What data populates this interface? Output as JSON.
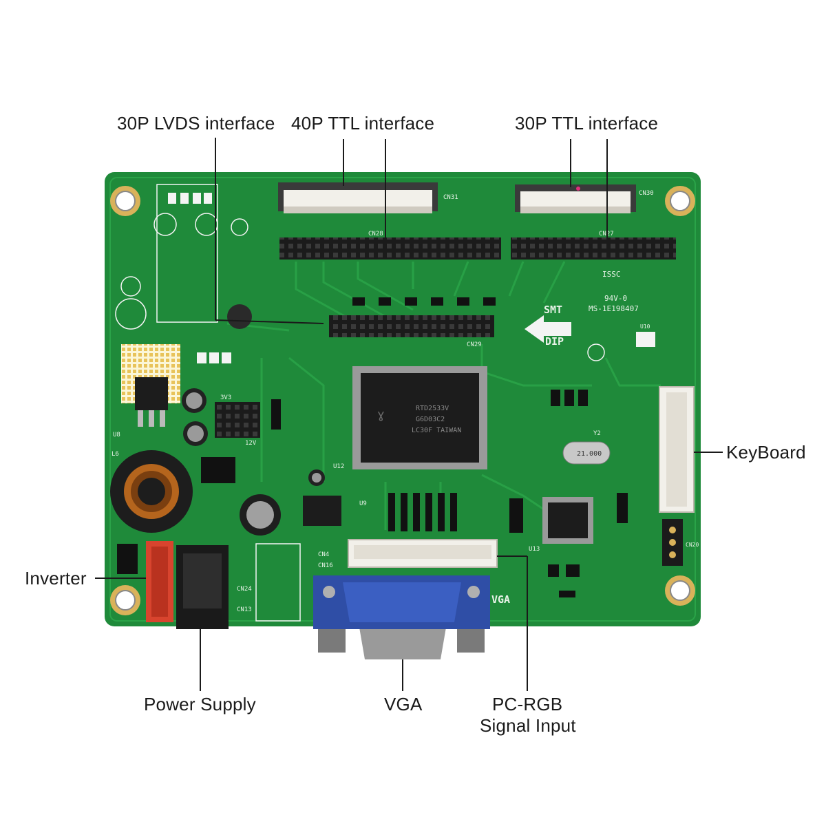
{
  "labels": {
    "lvds": "30P LVDS interface",
    "ttl40": "40P TTL interface",
    "ttl30": "30P TTL interface",
    "keyboard": "KeyBoard",
    "inverter": "Inverter",
    "power": "Power Supply",
    "vga": "VGA",
    "pcrgb_line1": "PC-RGB",
    "pcrgb_line2": "Signal Input"
  },
  "board_markings": {
    "cn31": "CN31",
    "cn30": "CN30",
    "cn28": "CN28",
    "cn27": "CN27",
    "cn29": "CN29",
    "cn4": "CN4",
    "cn16": "CN16",
    "cn24": "CN24",
    "cn13": "CN13",
    "cn20": "CN20",
    "u8": "U8",
    "u9": "U9",
    "u10": "U10",
    "u12": "U12",
    "u13": "U13",
    "l6": "L6",
    "y2": "Y2",
    "smt": "SMT",
    "dip": "DIP",
    "iso": "ISSC",
    "rating": "94V-0",
    "model": "MS-1E198407",
    "chip_line1": "RTD2533V",
    "chip_line2": "G6D03C2",
    "chip_line3": "LC30F TAIWAN",
    "crystal": "21.000",
    "vga_silk": "VGA",
    "v3v3": "3V3",
    "v12": "12V"
  },
  "colors": {
    "board": "#1f8a3a",
    "board_dark": "#176e2d",
    "trace": "#2aa348",
    "pin": "#1b1b1b",
    "connector_white": "#f2f0ea",
    "vga_blue": "#2f4ea6",
    "copper": "#b5651d",
    "pad_gold": "#d9b25a"
  }
}
